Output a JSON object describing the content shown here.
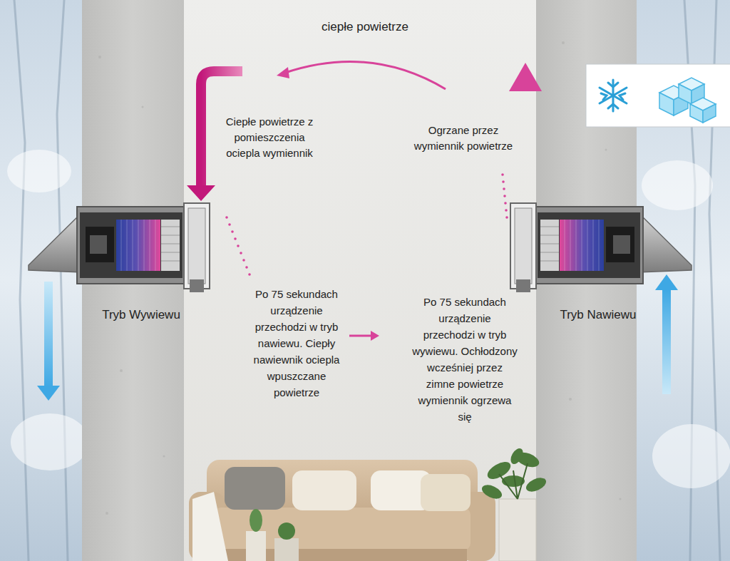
{
  "diagram": {
    "labels": [
      "ciepłe powietrze",
      "Ciepłe powietrze z pomieszczenia ociepla wymiennik",
      "Ogrzane przez wymiennik powietrze",
      "Tryb Wywiewu",
      "Po 75 sekundach urządzenie przechodzi w tryb nawiewu. Ciepły nawiewnik ociepla wpuszczane powietrze",
      "Po 75 sekundach urządzenie przechodzi w tryb wywiewu. Ochłodzony wcześniej przez zimne powietrze wymiennik ogrzewa się",
      "Tryb Nawiewu"
    ]
  }
}
